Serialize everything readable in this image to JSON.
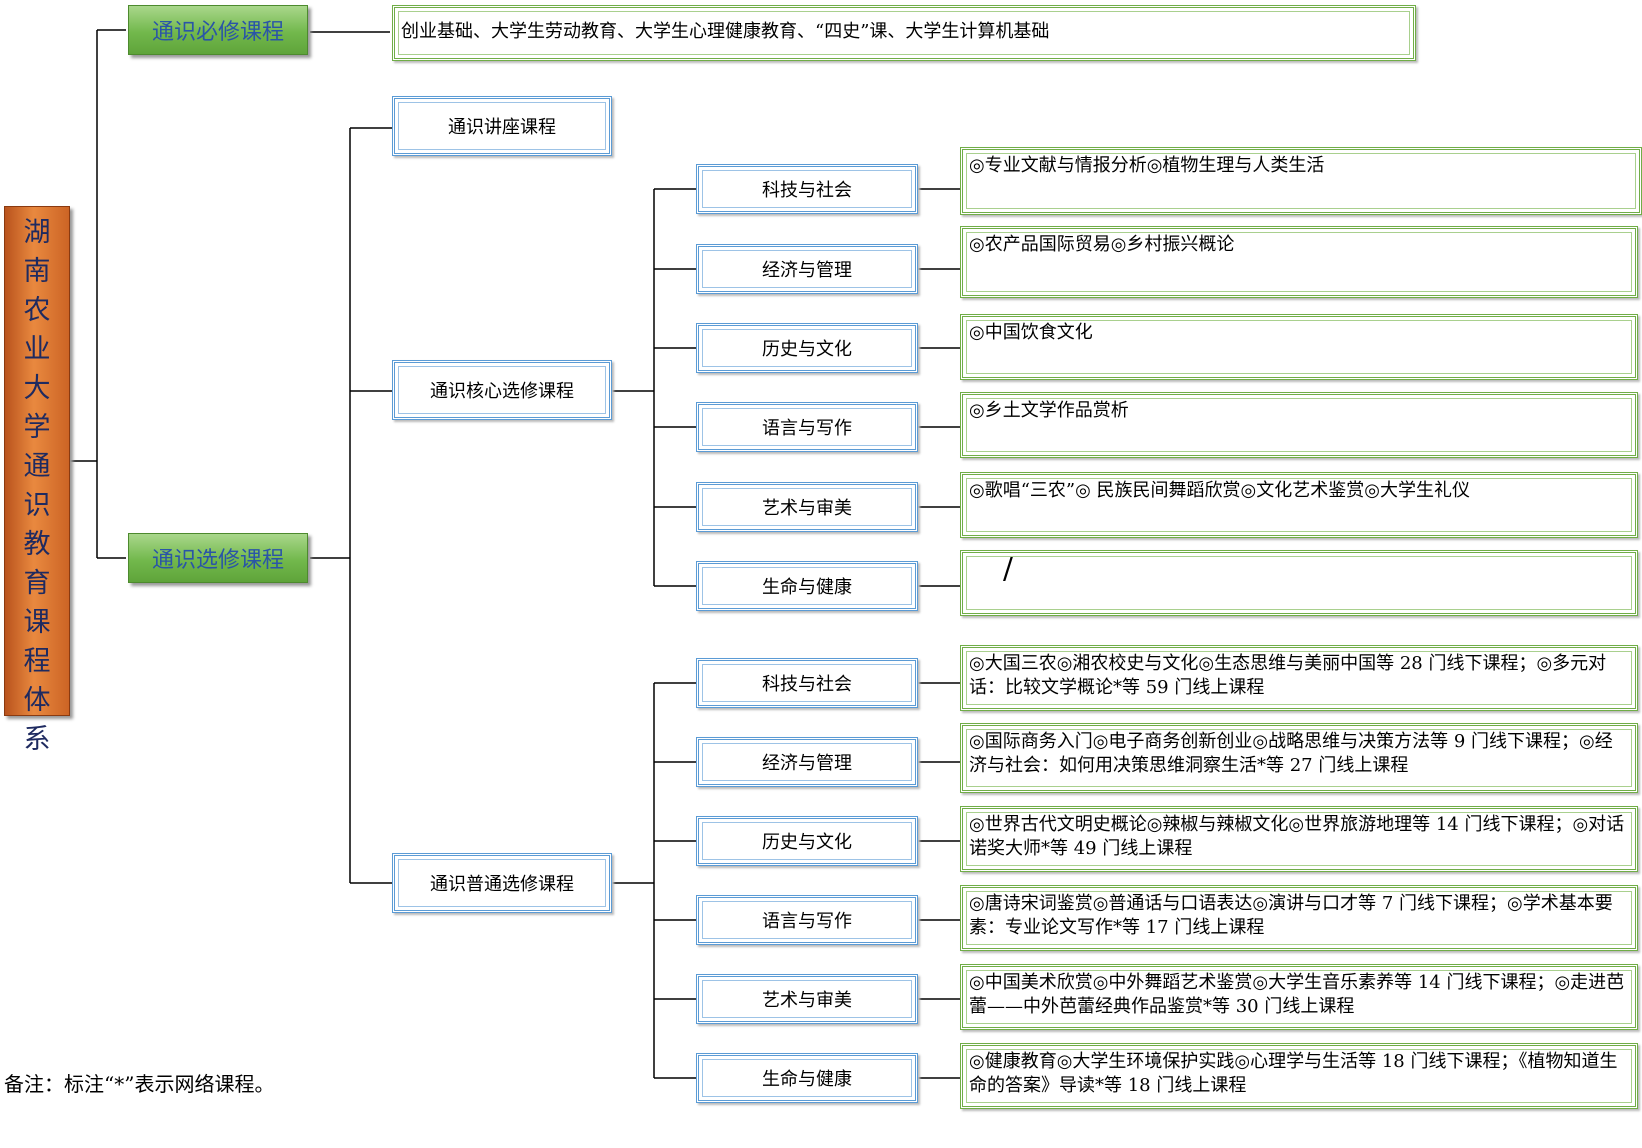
{
  "root": {
    "title": "湖南农业大学通识教育课程体系"
  },
  "required": {
    "label": "通识必修课程",
    "content": "创业基础、大学生劳动教育、大学生心理健康教育、“四史”课、大学生计算机基础"
  },
  "elective": {
    "label": "通识选修课程",
    "lecture": {
      "label": "通识讲座课程"
    },
    "core": {
      "label": "通识核心选修课程",
      "items": [
        {
          "category": "科技与社会",
          "courses": "◎专业文献与情报分析◎植物生理与人类生活"
        },
        {
          "category": "经济与管理",
          "courses": "◎农产品国际贸易◎乡村振兴概论"
        },
        {
          "category": "历史与文化",
          "courses": "◎中国饮食文化"
        },
        {
          "category": "语言与写作",
          "courses": "◎乡土文学作品赏析"
        },
        {
          "category": "艺术与审美",
          "courses": "◎歌唱“三农”◎  民族民间舞蹈欣赏◎文化艺术鉴赏◎大学生礼仪"
        },
        {
          "category": "生命与健康",
          "courses": "/"
        }
      ]
    },
    "general": {
      "label": "通识普通选修课程",
      "items": [
        {
          "category": "科技与社会",
          "courses": "◎大国三农◎湘农校史与文化◎生态思维与美丽中国等 28 门线下课程；◎多元对话：比较文学概论*等 59 门线上课程"
        },
        {
          "category": "经济与管理",
          "courses": "◎国际商务入门◎电子商务创新创业◎战略思维与决策方法等 9 门线下课程；◎经济与社会：如何用决策思维洞察生活*等 27 门线上课程"
        },
        {
          "category": "历史与文化",
          "courses": "◎世界古代文明史概论◎辣椒与辣椒文化◎世界旅游地理等 14 门线下课程；◎对话诺奖大师*等 49 门线上课程"
        },
        {
          "category": "语言与写作",
          "courses": "◎唐诗宋词鉴赏◎普通话与口语表达◎演讲与口才等 7 门线下课程；◎学术基本要素：专业论文写作*等 17 门线上课程"
        },
        {
          "category": "艺术与审美",
          "courses": "◎中国美术欣赏◎中外舞蹈艺术鉴赏◎大学生音乐素养等 14 门线下课程；◎走进芭蕾——中外芭蕾经典作品鉴赏*等 30 门线上课程"
        },
        {
          "category": "生命与健康",
          "courses": "◎健康教育◎大学生环境保护实践◎心理学与生活等 18 门线下课程；《植物知道生命的答案》导读*等 18 门线上课程"
        }
      ]
    }
  },
  "note": "备注：标注“*”表示网络课程。",
  "colors": {
    "root": "#d9722f",
    "header": "#72b84c",
    "blue_border": "#5b9bd5",
    "green_border": "#70ad47"
  }
}
